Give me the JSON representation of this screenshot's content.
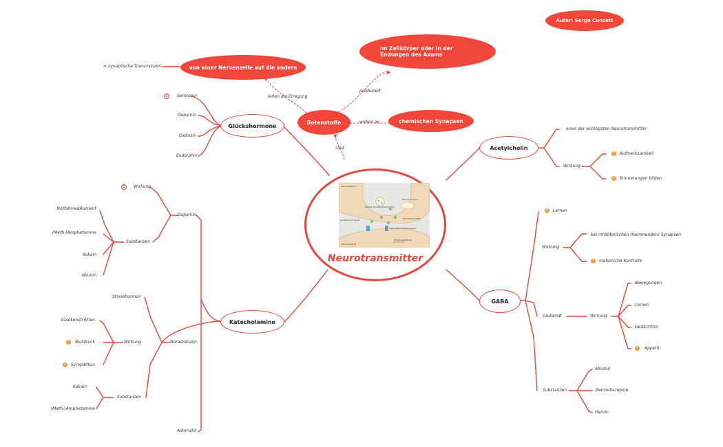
{
  "author": "Autor: Serge Conzett",
  "center": {
    "title": "Neurotransmitter",
    "image_labels": {
      "top": "Nervenzelle A",
      "mito": "Mitochondrium",
      "vesicle": "Vesikel mit Neurotransmitter",
      "cleft": "synaptischer Spalt",
      "nt": "Neurotransmitter",
      "receptor": "Neurotransmitterrezeptor",
      "conduction": "Erregungsleitung",
      "bottom": "Nervenzelle B"
    }
  },
  "top": {
    "botenstoffe": "Botenstoffe",
    "von_einer": "von einer Nervenzelle auf die andere",
    "synaptische": "= synaptische Transmission",
    "leiten": "leiten die Erregung",
    "produziert": "produziert",
    "im_zellkoerper": "im Zellkörper oder in der Endungen des Axoms",
    "wirken_an": "wirken an",
    "chemischen": "chemischen Synapsen",
    "sind": "sind"
  },
  "glueck": {
    "title": "Glückshormone",
    "items": [
      "Serotonin",
      "Dopamin",
      "Oxitoxin",
      "Endorphin"
    ]
  },
  "dopamin": {
    "title": "Dopamin",
    "wirkung": "Wirkung",
    "substanzen": "Substanzen",
    "items": [
      "Notfallmedikament",
      "(Meth-)Amphetamine",
      "Kokain",
      "Nikotin"
    ]
  },
  "kate": {
    "title": "Katecholamine",
    "stresshormon": "Stresshormon",
    "noradrenalin": "Noradrenalin",
    "adrenalin": "Adrenalin",
    "wirkung": "Wirkung",
    "wirkung_items": [
      "Vasokonstriktion",
      "Blutdruck",
      "Sympatikus"
    ],
    "substanzen": "Substanzen",
    "sub_items": [
      "Kokain",
      "(Meth-)Amphetamine"
    ]
  },
  "acetyl": {
    "title": "Acetylcholin",
    "desc": "einer der wichtigsten Neurotransmitter",
    "wirkung": "Wirkung",
    "items": [
      "Aufmerksamkeit",
      "Erinnerungen bilden"
    ]
  },
  "gaba": {
    "title": "GABA",
    "lernen": "Lernen",
    "wirkung": "Wirkung",
    "wirkung_items": [
      "bei inhibitorischen (hemmenden) Synapsen",
      "motorische Kontrolle"
    ],
    "glutamat": "Glutamat",
    "glut_wirkung": "Wirkung",
    "glut_items": [
      "Bewegungen",
      "Lernen",
      "Gedächtnis",
      "Appetit"
    ],
    "substanzen": "Substanzen",
    "sub_items": [
      "Alkohol",
      "Benzodiazepine",
      "Heroin"
    ]
  },
  "colors": {
    "accent": "#e4473d",
    "pill": "#f1463a",
    "badge": "#f49b43"
  },
  "icons": [
    "priority-icon",
    "info-icon"
  ]
}
